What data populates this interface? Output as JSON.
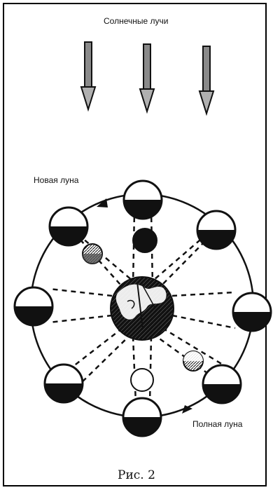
{
  "labels": {
    "sun_rays": "Солнечные лучи",
    "new_moon": "Новая луна",
    "full_moon": "Полная луна"
  },
  "caption": "Рис. 2",
  "colors": {
    "ink": "#111111",
    "paper": "#ffffff",
    "arrow_fill": "#8a8a8a"
  },
  "icons": {
    "sun_ray": "down-arrow-icon",
    "earth": "earth-icon",
    "moon": "moon-phase-icon"
  }
}
